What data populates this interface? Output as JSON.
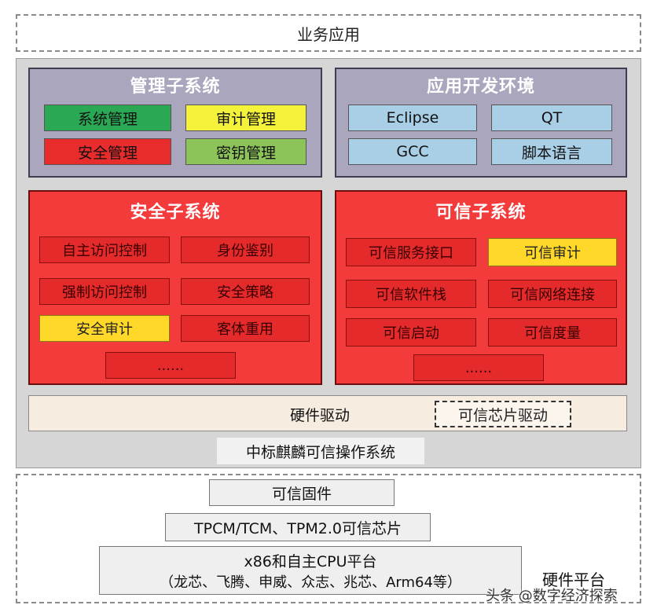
{
  "top_label": "业务应用",
  "management": {
    "title": "管理子系统",
    "items": [
      {
        "label": "系统管理",
        "color": "#2aa854"
      },
      {
        "label": "审计管理",
        "color": "#f4f23a"
      },
      {
        "label": "安全管理",
        "color": "#e82b2b"
      },
      {
        "label": "密钥管理",
        "color": "#8cc45a"
      }
    ]
  },
  "appdev": {
    "title": "应用开发环境",
    "items": [
      {
        "label": "Eclipse",
        "color": "#a9cfe6"
      },
      {
        "label": "QT",
        "color": "#a9cfe6"
      },
      {
        "label": "GCC",
        "color": "#a9cfe6"
      },
      {
        "label": "脚本语言",
        "color": "#a9cfe6"
      }
    ]
  },
  "security": {
    "title": "安全子系统",
    "items": [
      "自主访问控制",
      "身份鉴别",
      "强制访问控制",
      "安全策略",
      "安全审计",
      "客体重用",
      "......"
    ]
  },
  "trusted": {
    "title": "可信子系统",
    "items": [
      "可信服务接口",
      "可信审计",
      "可信软件栈",
      "可信网络连接",
      "可信启动",
      "可信度量",
      "......"
    ]
  },
  "drivers": {
    "label": "硬件驱动",
    "chip_driver": "可信芯片驱动"
  },
  "os_label": "中标麒麟可信操作系统",
  "hardware": {
    "firmware": "可信固件",
    "chip": "TPCM/TCM、TPM2.0可信芯片",
    "cpu_line1": "x86和自主CPU平台",
    "cpu_line2": "（龙芯、飞腾、申威、众志、兆芯、Arm64等）",
    "label": "硬件平台"
  },
  "watermark": "头条 @数字经济探索"
}
